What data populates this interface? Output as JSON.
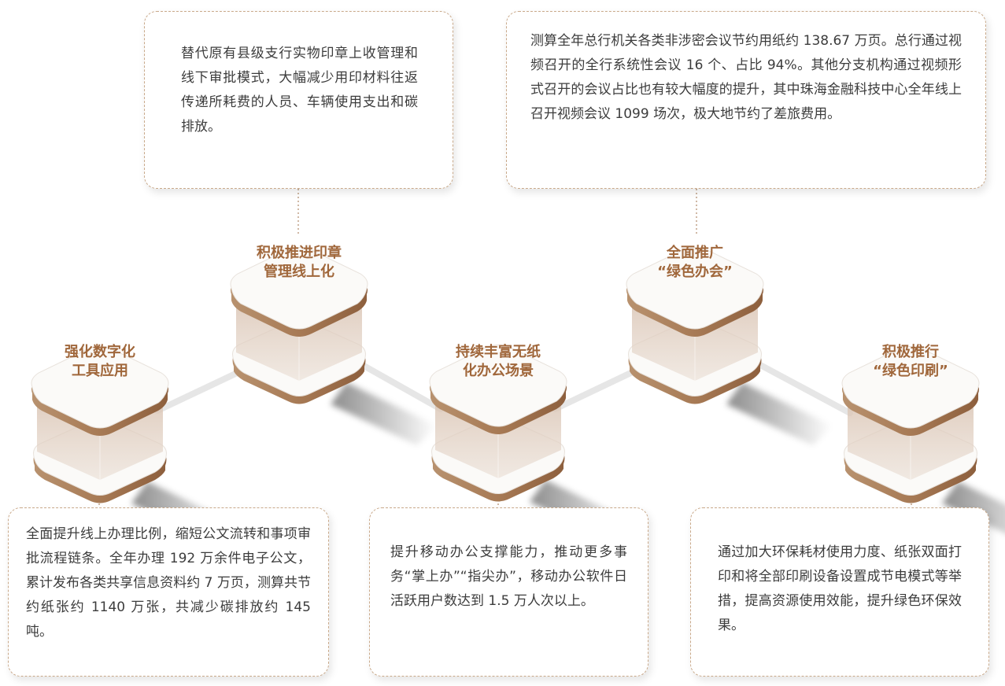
{
  "nodes": [
    {
      "id": "n1",
      "label_line1": "强化数字化",
      "label_line2": "工具应用"
    },
    {
      "id": "n2",
      "label_line1": "积极推进印章",
      "label_line2": "管理线上化"
    },
    {
      "id": "n3",
      "label_line1": "持续丰富无纸",
      "label_line2": "化办公场景"
    },
    {
      "id": "n4",
      "label_line1": "全面推广",
      "label_line2": "“绿色办会”"
    },
    {
      "id": "n5",
      "label_line1": "积极推行",
      "label_line2": "“绿色印刷”"
    }
  ],
  "cards": {
    "seal": "替代原有县级支行实物印章上收管理和线下审批模式，大幅减少用印材料往返传递所耗费的人员、车辆使用支出和碳排放。",
    "meeting": "测算全年总行机关各类非涉密会议节约用纸约 138.67 万页。总行通过视频召开的全行系统性会议 16 个、占比 94%。其他分支机构通过视频形式召开的会议占比也有较大幅度的提升，其中珠海金融科技中心全年线上召开视频会议 1099 场次，极大地节约了差旅费用。",
    "digital": "全面提升线上办理比例，缩短公文流转和事项审批流程链条。全年办理 192 万余件电子公文，累计发布各类共享信息资料约 7 万页，测算共节约纸张约 1140 万张，共减少碳排放约 145 吨。",
    "paperless": "提升移动办公支撑能力，推动更多事务“掌上办”“指尖办”，移动办公软件日活跃用户数达到 1.5 万人次以上。",
    "printing": "通过加大环保耗材使用力度、纸张双面打印和将全部印刷设备设置成节电模式等举措，提高资源使用效能，提升绿色环保效果。"
  },
  "colors": {
    "accent": "#a0673b",
    "platform_mid": "#c19a79",
    "platform_dark": "#9b6c49",
    "card_border": "#c9a98a",
    "connector": "#e4e4e4"
  }
}
